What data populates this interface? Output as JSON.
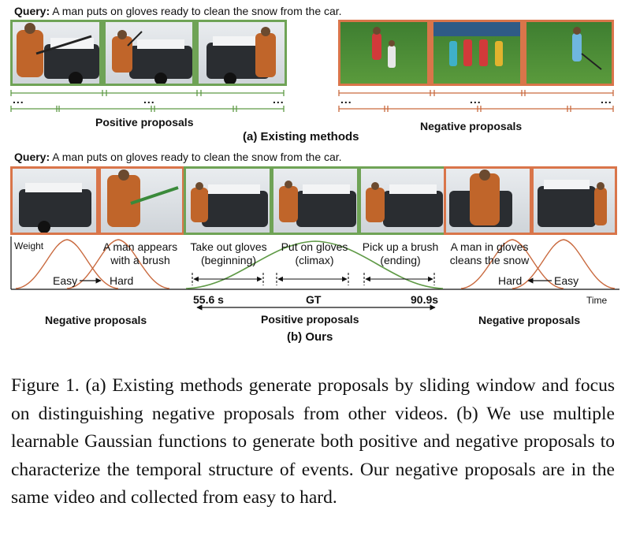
{
  "top": {
    "query_label": "Query:",
    "query_text": "A man puts on gloves ready to clean the snow from the car.",
    "positive_label": "Positive proposals",
    "negative_label": "Negative proposals",
    "subcaption": "(a) Existing methods",
    "dots": "..."
  },
  "bottom": {
    "query_label": "Query:",
    "query_text": "A man puts on gloves ready to clean the snow from the car.",
    "weight_label": "Weight",
    "time_label": "Time",
    "left_event": [
      "A man appears",
      "with a brush"
    ],
    "stage1": [
      "Take out gloves",
      "(beginning)"
    ],
    "stage2": [
      "Put on gloves",
      "(climax)"
    ],
    "stage3": [
      "Pick up a brush",
      "(ending)"
    ],
    "right_event": [
      "A man in gloves",
      "cleans the snow"
    ],
    "easy_left": "Easy",
    "hard_left": "Hard",
    "hard_right": "Hard",
    "easy_right": "Easy",
    "start_time": "55.6 s",
    "gt_label": "GT",
    "end_time": "90.9s",
    "neg_left": "Negative proposals",
    "pos_center": "Positive proposals",
    "neg_right": "Negative proposals",
    "subcaption": "(b) Ours"
  },
  "caption": "Figure 1. (a) Existing methods generate proposals by sliding window and focus on distinguishing negative proposals from other videos. (b) We use multiple learnable Gaussian functions to generate both positive and negative proposals to characterize the temporal structure of events. Our negative proposals are in the same video and collected from easy to hard.",
  "colors": {
    "positive": "#6fa356",
    "negative": "#d9754a",
    "curve": "#c96a3f",
    "gt_curve": "#5f9a46"
  }
}
